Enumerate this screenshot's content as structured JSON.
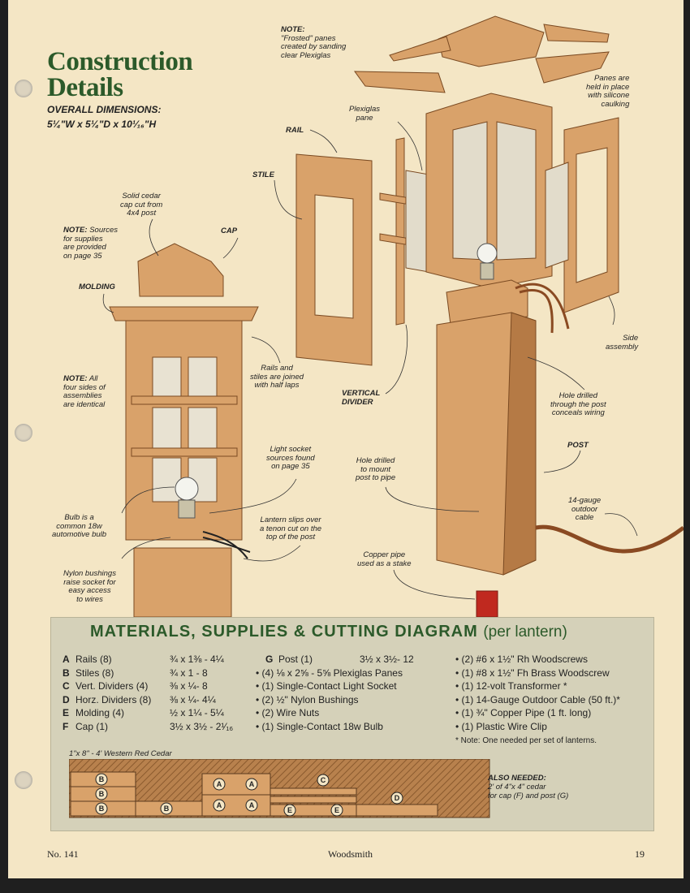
{
  "header": {
    "title_line1": "Construction",
    "title_line2": "Details",
    "overall_dimensions_label": "OVERALL DIMENSIONS:",
    "overall_dimensions_value": "5¼\"W x 5¼\"D x 10¹⁄₁₆\"H"
  },
  "callouts": {
    "frosted_note_title": "NOTE:",
    "frosted_note_l1": "\"Frosted\" panes",
    "frosted_note_l2": "created by sanding",
    "frosted_note_l3": "clear Plexiglas",
    "panes_held_l1": "Panes are",
    "panes_held_l2": "held in place",
    "panes_held_l3": "with silicone",
    "panes_held_l4": "caulking",
    "plexiglas_l1": "Plexiglas",
    "plexiglas_l2": "pane",
    "rail": "RAIL",
    "stile": "STILE",
    "solid_cedar_l1": "Solid cedar",
    "solid_cedar_l2": "cap cut from",
    "solid_cedar_l3": "4x4 post",
    "sources_note_title": "NOTE:",
    "sources_note_l1": "Sources",
    "sources_note_l2": "for supplies",
    "sources_note_l3": "are provided",
    "sources_note_l4": "on page 35",
    "cap": "CAP",
    "molding": "MOLDING",
    "rails_stiles_l1": "Rails and",
    "rails_stiles_l2": "stiles are joined",
    "rails_stiles_l3": "with half laps",
    "all_sides_note_title": "NOTE:",
    "all_sides_l1": "All",
    "all_sides_l2": "four sides of",
    "all_sides_l3": "assemblies",
    "all_sides_l4": "are identical",
    "vertical_divider_l1": "VERTICAL",
    "vertical_divider_l2": "DIVIDER",
    "side_assembly_l1": "Side",
    "side_assembly_l2": "assembly",
    "hole_wiring_l1": "Hole drilled",
    "hole_wiring_l2": "through the post",
    "hole_wiring_l3": "conceals wiring",
    "post": "POST",
    "light_socket_l1": "Light socket",
    "light_socket_l2": "sources found",
    "light_socket_l3": "on page 35",
    "hole_mount_l1": "Hole drilled",
    "hole_mount_l2": "to mount",
    "hole_mount_l3": "post to pipe",
    "gauge_l1": "14-gauge",
    "gauge_l2": "outdoor",
    "gauge_l3": "cable",
    "bulb_l1": "Bulb is a",
    "bulb_l2": "common 18w",
    "bulb_l3": "automotive bulb",
    "lantern_slips_l1": "Lantern slips over",
    "lantern_slips_l2": "a tenon cut on the",
    "lantern_slips_l3": "top of the post",
    "copper_l1": "Copper pipe",
    "copper_l2": "used as a stake",
    "nylon_l1": "Nylon bushings",
    "nylon_l2": "raise socket for",
    "nylon_l3": "easy access",
    "nylon_l4": "to wires"
  },
  "materials": {
    "heading": "MATERIALS, SUPPLIES & CUTTING DIAGRAM",
    "heading_sub": "(per lantern)",
    "parts": [
      {
        "letter": "A",
        "name": "Rails (8)",
        "dim": "¾ x 1⅜ - 4¼"
      },
      {
        "letter": "B",
        "name": "Stiles (8)",
        "dim": "¾ x 1 - 8"
      },
      {
        "letter": "C",
        "name": "Vert. Dividers (4)",
        "dim": "⅜ x ¼- 8"
      },
      {
        "letter": "D",
        "name": "Horz. Dividers (8)",
        "dim": "⅜ x ¼- 4¼"
      },
      {
        "letter": "E",
        "name": "Molding (4)",
        "dim": "½ x 1¼ - 5¼"
      },
      {
        "letter": "F",
        "name": "Cap (1)",
        "dim": "3½ x 3½ - 2¹⁄₁₆"
      }
    ],
    "part_g": {
      "letter": "G",
      "name": "Post (1)",
      "dim": "3½ x 3½- 12"
    },
    "supplies_col1": [
      "(4) ⅛ x 2⅝ - 5⅝ Plexiglas Panes",
      "(1) Single-Contact Light Socket",
      "(2) ½\" Nylon Bushings",
      "(2) Wire Nuts",
      "(1) Single-Contact 18w Bulb"
    ],
    "supplies_col2": [
      "(2) #6 x 1½\" Rh Woodscrews",
      "(1) #8 x 1½\" Fh Brass Woodscrew",
      "(1) 12-volt Transformer *",
      "(1) 14-Gauge Outdoor Cable (50 ft.)*",
      "(1) ¾\" Copper Pipe (1 ft. long)",
      "(1) Plastic Wire Clip"
    ],
    "footnote": "* Note: One needed per set of lanterns.",
    "board_label": "1\"x 8\" - 4' Western Red Cedar",
    "also_needed_title": "ALSO NEEDED:",
    "also_needed_l1": "2' of 4\"x 4\" cedar",
    "also_needed_l2": "for cap (F) and post (G)",
    "diagram_letters": [
      "B",
      "B",
      "B",
      "B",
      "A",
      "A",
      "A",
      "A",
      "C",
      "D",
      "E",
      "E"
    ]
  },
  "footer": {
    "issue": "No. 141",
    "magazine": "Woodsmith",
    "page": "19"
  },
  "colors": {
    "paper": "#f4e6c5",
    "wood": "#d9a26a",
    "wood_dark": "#b57a45",
    "title_green": "#2c5a2a",
    "panel": "#d5d1b9",
    "copper": "#c0291f"
  }
}
